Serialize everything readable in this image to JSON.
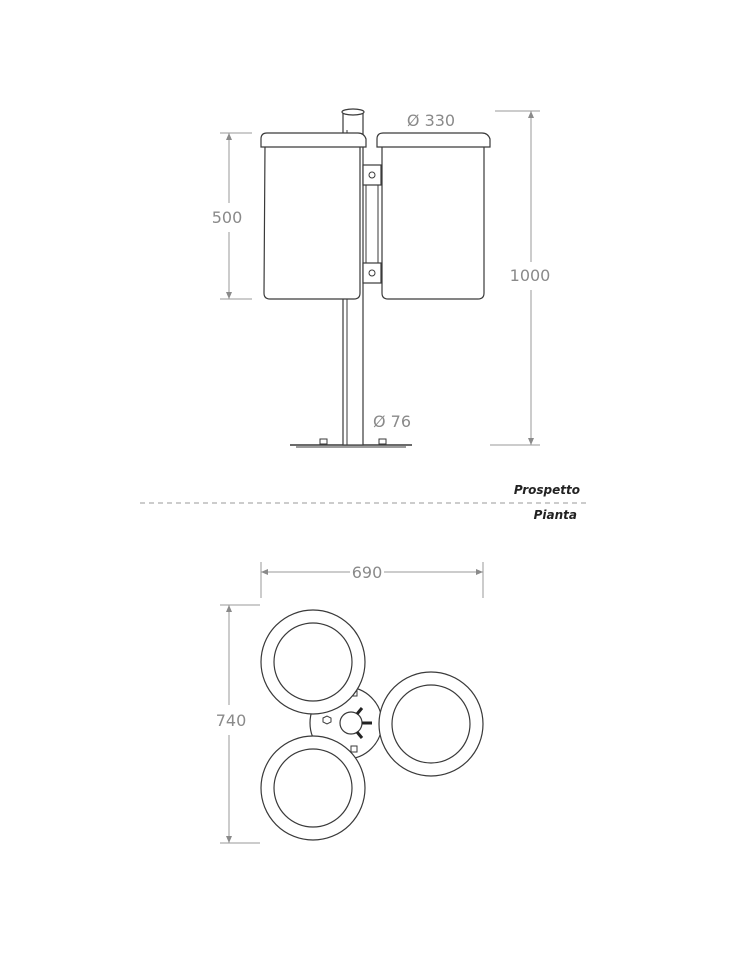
{
  "elevation": {
    "label": "Prospetto",
    "dim_bin_diameter": "Ø 330",
    "dim_bin_height": "500",
    "dim_total_height": "1000",
    "dim_post_diameter": "Ø 76"
  },
  "plan": {
    "label": "Pianta",
    "dim_width": "690",
    "dim_depth": "740"
  }
}
